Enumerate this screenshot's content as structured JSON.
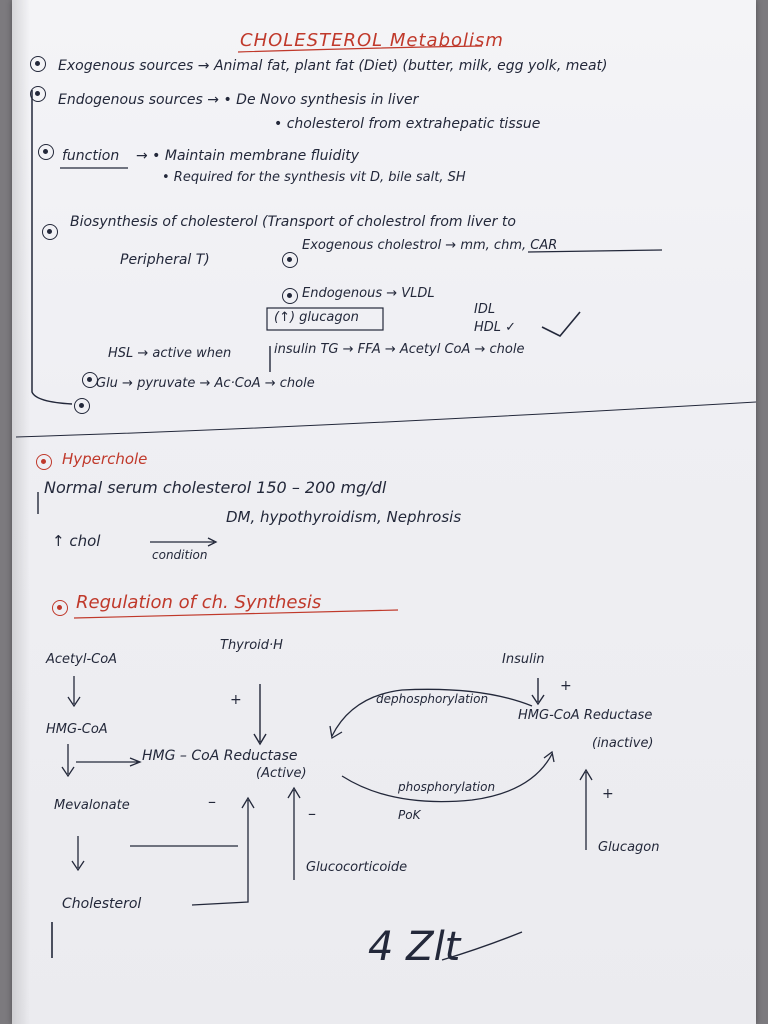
{
  "title": "CHOLESTEROL Metabolism",
  "exogenous": "Exogenous sources → Animal fat, plant fat (Diet) (butter, milk, egg yolk, meat)",
  "endogenous": "Endogenous sources → • De Novo synthesis in liver",
  "endogenous_2": "• cholesterol from extrahepatic tissue",
  "function_label": "function",
  "function_1": "→ • Maintain membrane fluidity",
  "function_2": "• Required for the synthesis vit D, bile salt, SH",
  "biosynthesis": "Biosynthesis of cholesterol (Transport of cholestrol from liver to",
  "biosynthesis_2": "Peripheral T)",
  "exo_chol": "Exogenous cholestrol → mm, chm, CAR",
  "endogenous_3": "Endogenous → VLDL",
  "idl": "IDL",
  "hdl": "HDL ✓",
  "glucagon_line": "(↑) glucagon",
  "hsl_line": "HSL → active when",
  "insulin_line": "insulin  TG → FFA → Acetyl CoA → chole",
  "glu_line": "Glu → pyruvate → Ac·CoA → chole",
  "hyper_label": "Hyperchole",
  "normal_serum": "Normal serum cholesterol 150 – 200 mg/dl",
  "up_chol": "↑ chol",
  "conditions": "DM, hypothyroidism, Nephrosis",
  "condition_word": "condition",
  "regulation_label": "Regulation of ch. Synthesis",
  "acetyl": "Acetyl-CoA",
  "thyroid": "Thyroid·H",
  "insulin": "Insulin",
  "hmgcoa": "HMG-CoA",
  "reductase_active": "HMG – CoA Reductase",
  "active": "(Active)",
  "dephos": "dephosphorylation",
  "reductase_inactive": "HMG-CoA Reductase",
  "inactive": "(inactive)",
  "mevalonate": "Mevalonate",
  "phosph": "phosphorylation",
  "pok": "PoK",
  "cholesterol": "Cholesterol",
  "glucocorticoid": "Glucocorticoide",
  "glucagon": "Glucagon",
  "plus": "+",
  "minus": "–",
  "signature": "4 Zlt",
  "colors": {
    "ink": "#23283a",
    "red": "#c0392b",
    "paper": "#f2f2f5"
  }
}
